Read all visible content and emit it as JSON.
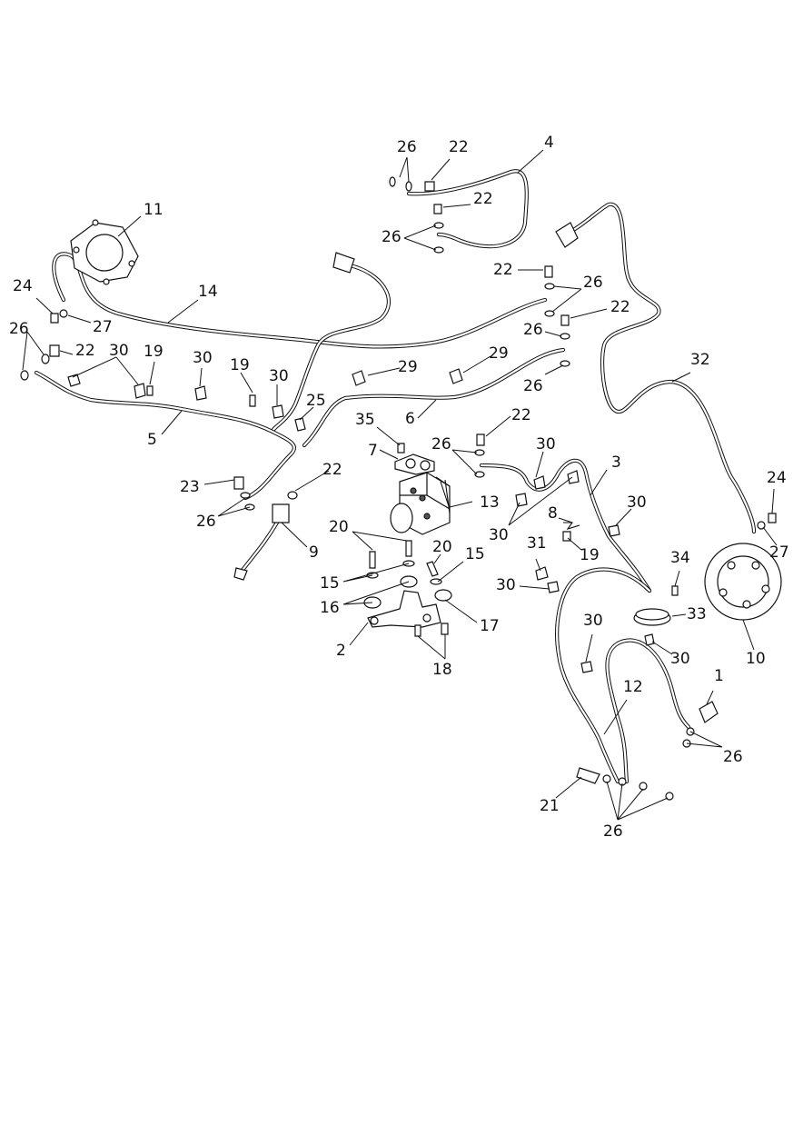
{
  "labels": {
    "l1": "1",
    "l2": "2",
    "l3": "3",
    "l4": "4",
    "l5": "5",
    "l6": "6",
    "l7": "7",
    "l8": "8",
    "l9": "9",
    "l10": "10",
    "l11": "11",
    "l12": "12",
    "l13": "13",
    "l14": "14",
    "l15a": "15",
    "l15b": "15",
    "l16": "16",
    "l17": "17",
    "l18": "18",
    "l19a": "19",
    "l19b": "19",
    "l19c": "19",
    "l20a": "20",
    "l20b": "20",
    "l21": "21",
    "l22a": "22",
    "l22b": "22",
    "l22c": "22",
    "l22d": "22",
    "l22e": "22",
    "l22f": "22",
    "l22g": "22",
    "l23": "23",
    "l24a": "24",
    "l24b": "24",
    "l25": "25",
    "l26a": "26",
    "l26b": "26",
    "l26c": "26",
    "l26d": "26",
    "l26e": "26",
    "l26f": "26",
    "l26g": "26",
    "l26h": "26",
    "l26i": "26",
    "l26j": "26",
    "l27a": "27",
    "l27b": "27",
    "l29a": "29",
    "l29b": "29",
    "l30a": "30",
    "l30b": "30",
    "l30c": "30",
    "l30d": "30",
    "l30e": "30",
    "l30f": "30",
    "l30g": "30",
    "l30h": "30",
    "l30i": "30",
    "l31": "31",
    "l32": "32",
    "l33": "33",
    "l34": "34",
    "l35": "35"
  }
}
